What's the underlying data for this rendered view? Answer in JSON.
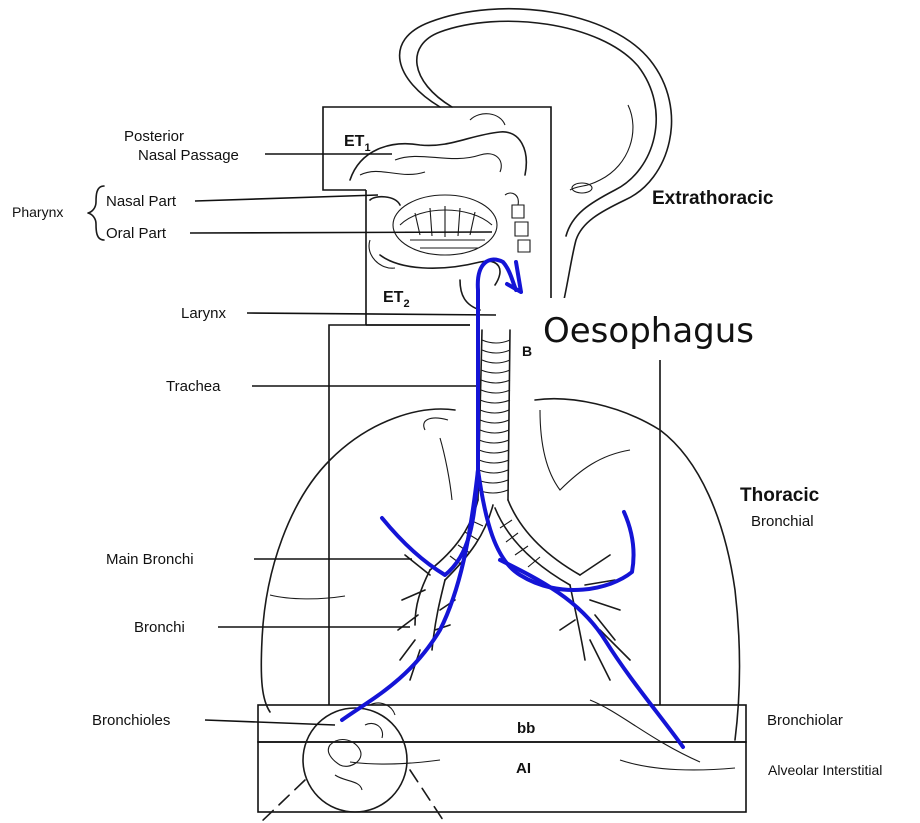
{
  "labels": {
    "posterior_nasal_passage_line1": "Posterior",
    "posterior_nasal_passage_line2": "Nasal Passage",
    "pharynx": "Pharynx",
    "nasal_part": "Nasal Part",
    "oral_part": "Oral Part",
    "larynx": "Larynx",
    "trachea": "Trachea",
    "main_bronchi": "Main Bronchi",
    "bronchi": "Bronchi",
    "bronchioles": "Bronchioles"
  },
  "regions": {
    "extrathoracic": "Extrathoracic",
    "thoracic": "Thoracic",
    "bronchial": "Bronchial",
    "bronchiolar": "Bronchiolar",
    "alveolar_interstitial": "Alveolar Interstitial"
  },
  "boxes": {
    "et1": "ET",
    "et1_sub": "1",
    "et2": "ET",
    "et2_sub": "2",
    "bb": "bb",
    "ai": "AI",
    "hidden_b": "B"
  },
  "annotation": {
    "oesophagus": "Oesophagus"
  },
  "colors": {
    "path": "#1414d6",
    "ink": "#1a1a1a"
  }
}
